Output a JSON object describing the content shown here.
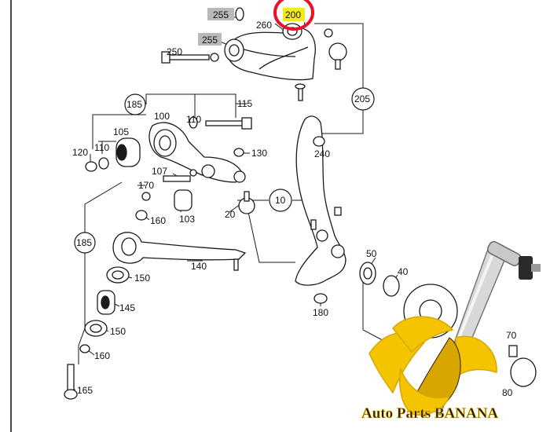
{
  "colors": {
    "line": "#1a1a1a",
    "highlight_label_bg": "#f2ea1a",
    "gray_label_bg": "#b9b9b9",
    "callout_circle": "#e8102a",
    "banana_yellow": "#f5c400",
    "banana_shadow": "#d9a600",
    "brand_text": "#2a1b00"
  },
  "parts": {
    "p255a": "255",
    "p255b": "255",
    "p200": "200",
    "p260": "260",
    "p250": "250",
    "p205": "205",
    "p185a": "185",
    "p110a": "110",
    "p115": "115",
    "p100": "100",
    "p105": "105",
    "p120": "120",
    "p110b": "110",
    "p130": "130",
    "p240": "240",
    "p107": "107",
    "p170": "170",
    "p160a": "160",
    "p103": "103",
    "p20": "20",
    "p10": "10",
    "p185b": "185",
    "p140": "140",
    "p150a": "150",
    "p145": "145",
    "p150b": "150",
    "p160b": "160",
    "p165": "165",
    "p50": "50",
    "p40": "40",
    "p180": "180",
    "p70": "70",
    "p80": "80"
  },
  "logo": {
    "brand_text": "Auto Parts BANANA"
  }
}
